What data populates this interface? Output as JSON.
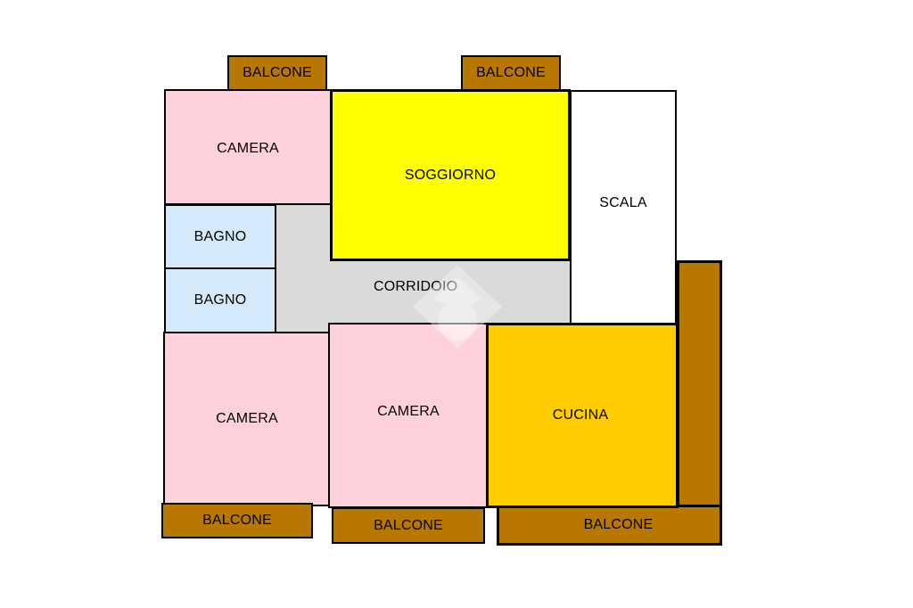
{
  "colors": {
    "balcone": "#b87800",
    "camera": "#ffd1dc",
    "bagno": "#d4e9fa",
    "corridoio": "#dadada",
    "soggiorno": "#ffff00",
    "cucina": "#ffcc00",
    "scala": "#ffffff"
  },
  "rooms": {
    "balcone_top_left": "BALCONE",
    "balcone_top_mid": "BALCONE",
    "camera_top_left": "CAMERA",
    "soggiorno": "SOGGIORNO",
    "scala": "SCALA",
    "bagno_upper": "BAGNO",
    "bagno_lower": "BAGNO",
    "corridoio": "CORRIDOIO",
    "camera_bottom_left": "CAMERA",
    "camera_bottom_mid": "CAMERA",
    "cucina": "CUCINA",
    "balcone_bottom_left": "BALCONE",
    "balcone_bottom_mid": "BALCONE",
    "balcone_bottom_right": "BALCONE"
  },
  "watermark_icon": "diamond-logo-icon"
}
